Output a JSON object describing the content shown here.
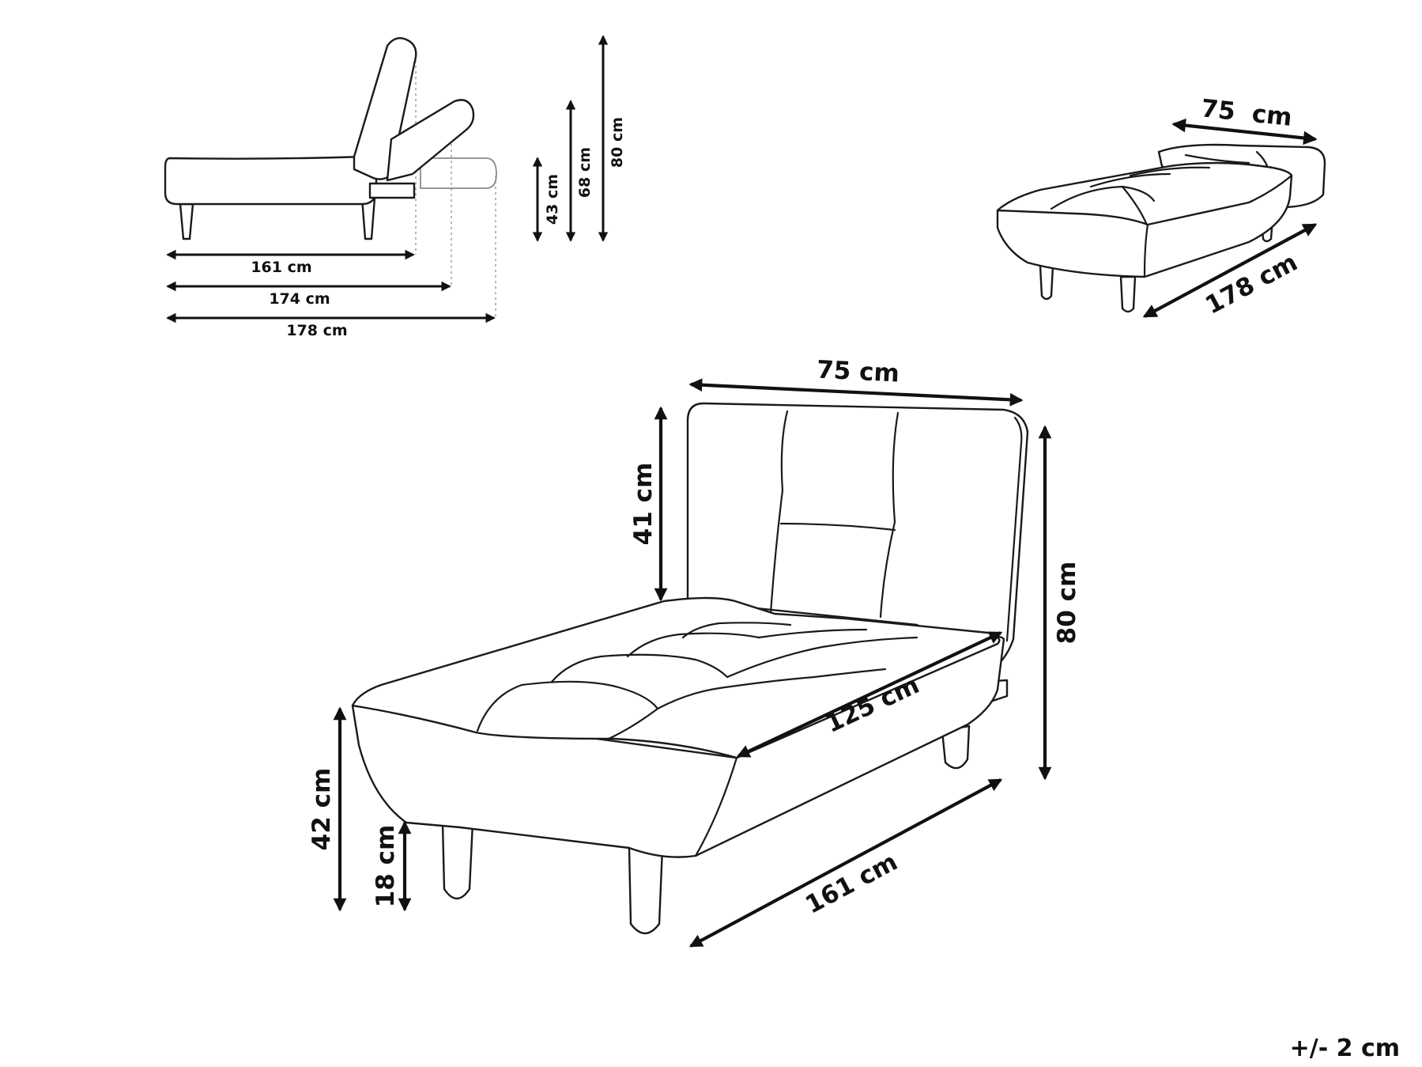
{
  "side_view": {
    "length_labels": [
      "161 cm",
      "174 cm",
      "178 cm"
    ],
    "height_labels": [
      "43 cm",
      "68 cm",
      "80 cm"
    ]
  },
  "bed_view": {
    "width_label": "75  cm",
    "length_label": "178 cm"
  },
  "main_view": {
    "width_label": "75 cm",
    "backrest_height_label": "41 cm",
    "total_height_label": "80 cm",
    "seat_depth_label": "125 cm",
    "seat_height_label": "42 cm",
    "leg_height_label": "18 cm",
    "length_label": "161 cm"
  },
  "tolerance": "+/- 2 cm",
  "colors": {
    "line": "#1a1a1a",
    "guide": "#8a8a8a",
    "background": "#ffffff"
  }
}
